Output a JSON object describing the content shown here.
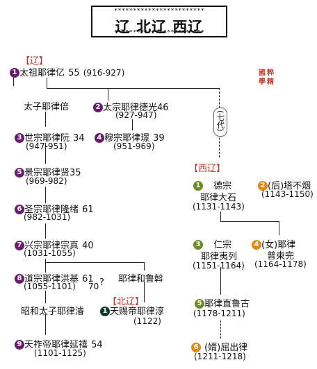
{
  "title": {
    "stars": "************************",
    "text": "辽  北辽  西辽"
  },
  "stamp": "國學精粹",
  "dynasties": {
    "liao": "【辽】",
    "xiliao": "【西辽】",
    "beiliao": "【北辽】"
  },
  "liao": [
    {
      "num": "1",
      "name": "太祖耶律亿",
      "age": "55",
      "years": "(916-927)"
    },
    {
      "num": "",
      "name": "太子耶律倍"
    },
    {
      "num": "2",
      "name": "太宗耶律德光",
      "age": "46",
      "years": "(927-947)"
    },
    {
      "num": "3",
      "name": "世宗耶律阮",
      "age": "34",
      "years": "(947-951)"
    },
    {
      "num": "4",
      "name": "穆宗耶律璟",
      "age": "39",
      "years": "(951-969)"
    },
    {
      "num": "5",
      "name": "景宗耶律贤",
      "age": "35",
      "years": "(969-982)"
    },
    {
      "num": "6",
      "name": "圣宗耶律隆绪",
      "age": "61",
      "years": "(982-1031)"
    },
    {
      "num": "7",
      "name": "兴宗耶律宗真",
      "age": "40",
      "years": "(1031-1055)"
    },
    {
      "num": "8",
      "name": "道宗耶律洪基",
      "age": "61",
      "years": "(1055-1101)",
      "note": "70",
      "q": "?"
    },
    {
      "num": "",
      "name": "耶律和鲁斡"
    },
    {
      "num": "",
      "name": "昭和太子耶律濬"
    },
    {
      "num": "9",
      "name": "天祚帝耶律延禧",
      "age": "54",
      "years": "(1101-1125)"
    }
  ],
  "beiliao": [
    {
      "num": "1",
      "name": "天赐帝耶律淳",
      "years": "(1122)"
    }
  ],
  "qidai": "(七代)",
  "xiliao": [
    {
      "num": "1",
      "name1": "德宗",
      "name2": "耶律大石",
      "years": "(1131-1143)"
    },
    {
      "num": "2",
      "name": "(后)塔不烟",
      "years": "(1143-1150)"
    },
    {
      "num": "3",
      "name1": "仁宗",
      "name2": "耶律夷列",
      "years": "(1151-1164)"
    },
    {
      "num": "4",
      "name1": "(女)耶律",
      "name2": "普束完",
      "years": "(1164-1178)"
    },
    {
      "num": "5",
      "name": "耶律直鲁古",
      "years": "(1178-1211)"
    },
    {
      "num": "6",
      "name": "(婿)屈出律",
      "years": "(1211-1218)"
    }
  ]
}
